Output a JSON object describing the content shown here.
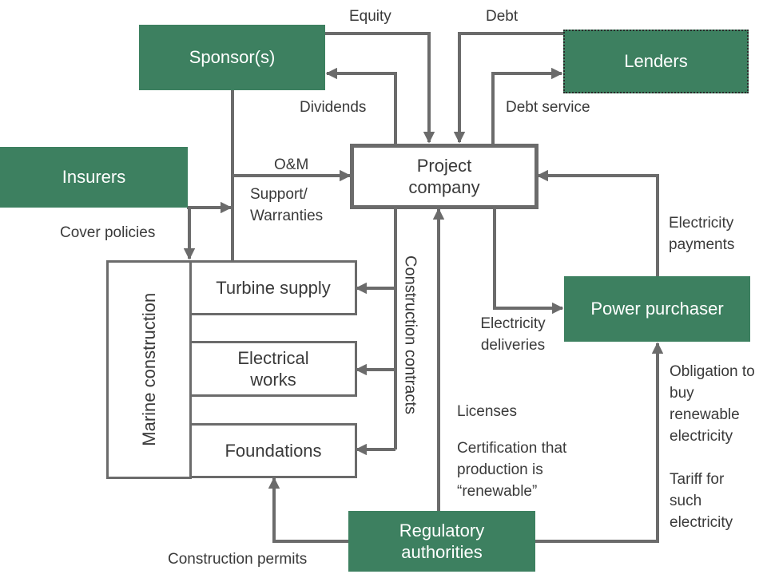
{
  "colors": {
    "green": "#3d8060",
    "line": "#6b6b6b",
    "text": "#3a3a3a"
  },
  "nodes": {
    "sponsors": "Sponsor(s)",
    "lenders": "Lenders",
    "insurers": "Insurers",
    "project_company": "Project company",
    "power_purchaser": "Power purchaser",
    "turbine_supply": "Turbine supply",
    "electrical_works": "Electrical works",
    "foundations": "Foundations",
    "marine_construction": "Marine construction",
    "regulatory_authorities": "Regulatory authorities"
  },
  "flows": {
    "equity": "Equity",
    "debt": "Debt",
    "dividends": "Dividends",
    "debt_service": "Debt service",
    "om": "O&M",
    "support_warranties": "Support/ Warranties",
    "cover_policies": "Cover policies",
    "construction_contracts": "Construction contracts",
    "electricity_payments": "Electricity payments",
    "electricity_deliveries": "Electricity deliveries",
    "licenses": "Licenses",
    "certification": "Certification that production is “renewable”",
    "obligation": "Obligation to buy renewable electricity",
    "tariff": "Tariff for such electricity",
    "construction_permits": "Construction permits"
  }
}
